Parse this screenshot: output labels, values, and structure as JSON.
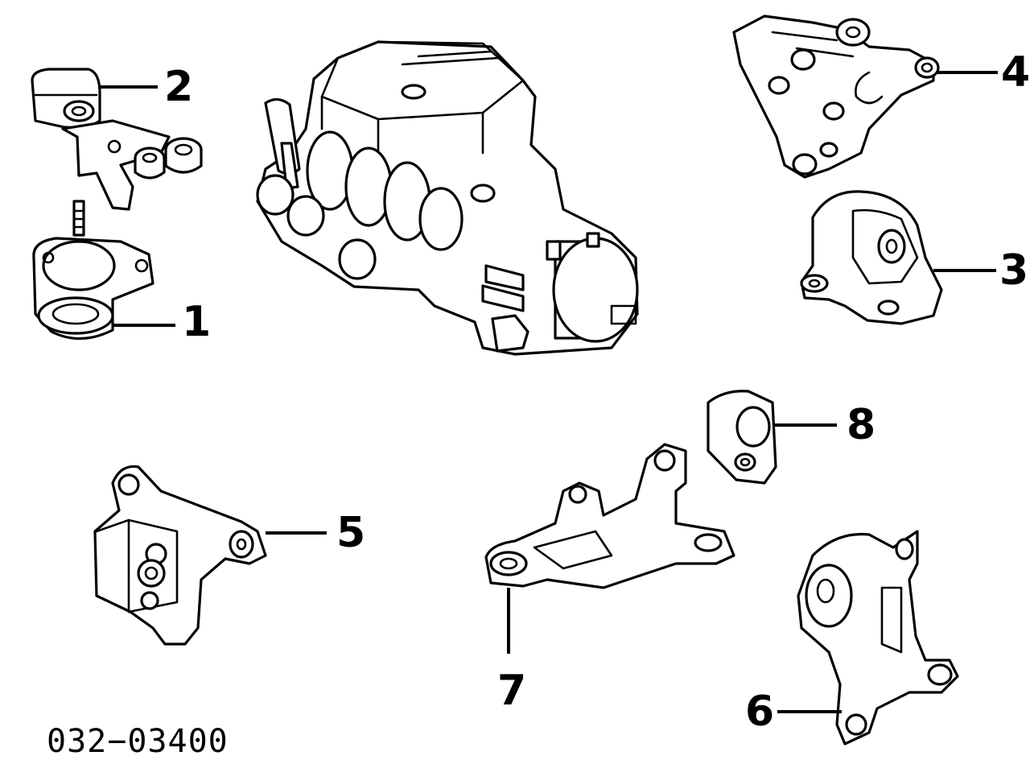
{
  "callouts": [
    {
      "id": 1,
      "label": "1"
    },
    {
      "id": 2,
      "label": "2"
    },
    {
      "id": 3,
      "label": "3"
    },
    {
      "id": 4,
      "label": "4"
    },
    {
      "id": 5,
      "label": "5"
    },
    {
      "id": 6,
      "label": "6"
    },
    {
      "id": 7,
      "label": "7"
    },
    {
      "id": 8,
      "label": "8"
    }
  ],
  "figure_number": "032−03400"
}
